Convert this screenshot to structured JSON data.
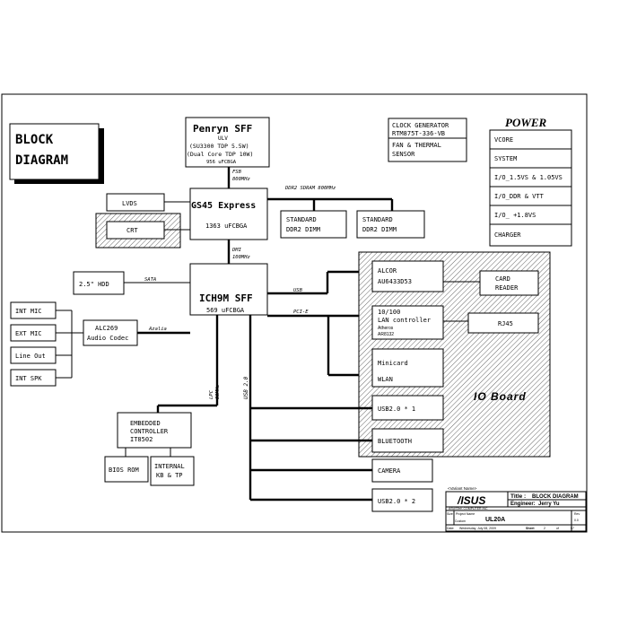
{
  "header": {
    "line1": "BLOCK",
    "line2": "DIAGRAM"
  },
  "cpu": {
    "name": "Penryn SFF",
    "line1": "ULV",
    "line2": "(SU3300 TDP 5.5W)",
    "line3": "(Dual Core TDP 10W)",
    "line4": "956 uFCBGA"
  },
  "fsb": {
    "line1": "FSB",
    "line2": "800MHz"
  },
  "gmch": {
    "name": "GS45 Express",
    "pkg": "1363 uFCBGA"
  },
  "ddr_bus": "DDR2 SDRAM 800MHz",
  "dimm1": {
    "line1": "STANDARD",
    "line2": "DDR2 DIMM"
  },
  "dimm2": {
    "line1": "STANDARD",
    "line2": "DDR2 DIMM"
  },
  "lvds": "LVDS",
  "crt": "CRT",
  "dmi": {
    "line1": "DMI",
    "line2": "100MHz"
  },
  "ich": {
    "name": "ICH9M SFF",
    "pkg": "569 uFCBGA"
  },
  "hdd": "2.5\" HDD",
  "sata": "SATA",
  "usb_bus": "USB",
  "pcie_bus": "PCI-E",
  "azalia": "Azalia",
  "codec": {
    "line1": "ALC269",
    "line2": "Audio Codec"
  },
  "audio_ports": [
    "INT MIC",
    "EXT MIC",
    "Line Out",
    "INT SPK"
  ],
  "lpc": {
    "line1": "LPC",
    "line2": "33MHz"
  },
  "usb20_label": "USB 2.0",
  "ec": {
    "line1": "EMBEDDED",
    "line2": "CONTROLLER",
    "line3": "IT8502"
  },
  "bios": "BIOS ROM",
  "kb": {
    "line1": "INTERNAL",
    "line2": "KB & TP"
  },
  "clock": {
    "line1": "CLOCK GENERATOR",
    "line2": "RTM875T-336-VB"
  },
  "fan": {
    "line1": "FAN & THERMAL",
    "line2": "SENSOR"
  },
  "power": {
    "title": "POWER",
    "rows": [
      "VCORE",
      "SYSTEM",
      "I/O_1.5VS & 1.05VS",
      "I/O_DDR & VTT",
      "I/O_ +1.8VS",
      "CHARGER"
    ]
  },
  "io_board": {
    "label": "IO Board",
    "alcor": {
      "line1": "ALCOR",
      "line2": "AU6433D53"
    },
    "card": {
      "line1": "CARD",
      "line2": "READER"
    },
    "lan": {
      "line1": "10/100",
      "line2": "LAN controller",
      "line3": "Atheros",
      "line4": "AR8132"
    },
    "rj45": "RJ45",
    "minicard": {
      "line1": "Minicard",
      "line2": "WLAN"
    },
    "usb1": "USB2.0 * 1",
    "bt": "BLUETOOTH"
  },
  "camera": "CAMERA",
  "usb2": "USB2.0 * 2",
  "titleblock": {
    "variant": "<Variant Name>",
    "logo": "/ISUS",
    "title_label": "Title :",
    "title_value": "BLOCK DIAGRAM",
    "engineer_label": "Engineer:",
    "engineer_value": "Jerry Yu",
    "company": "ASUSTeK COMPUTER INC",
    "size_label": "Size",
    "size_value": "Custom",
    "project_label": "Project Name",
    "project_value": "UL20A",
    "rev_label": "Rev",
    "rev_value": "0.0",
    "date_label": "Date:",
    "date_value": "Wednesday, July 08, 2009",
    "sheet_label": "Sheet",
    "sheet_value": "2",
    "of_label": "of",
    "of_value": "57"
  },
  "colors": {
    "line": "#000000",
    "hatch_bg": "#ffffff",
    "hatch_line": "#555555"
  }
}
